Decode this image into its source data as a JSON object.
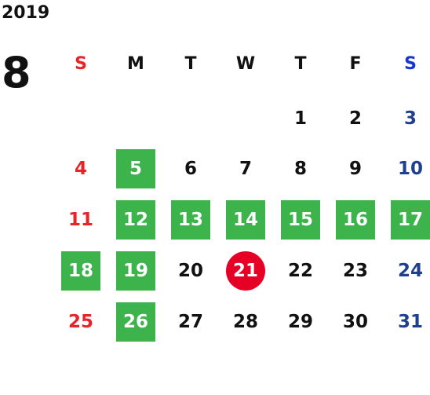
{
  "year": "2019",
  "month": "8",
  "colors": {
    "sunday": "#e8232a",
    "saturday_header": "#1536d4",
    "saturday": "#1f3f8f",
    "weekday": "#111111",
    "highlight": "#3cb44b",
    "today": "#e60026"
  },
  "weekdays": [
    "S",
    "M",
    "T",
    "W",
    "T",
    "F",
    "S"
  ],
  "first_weekday_index": 4,
  "days_in_month": 31,
  "today": 21,
  "highlighted_days": [
    5,
    12,
    13,
    14,
    15,
    16,
    17,
    18,
    19,
    26
  ]
}
